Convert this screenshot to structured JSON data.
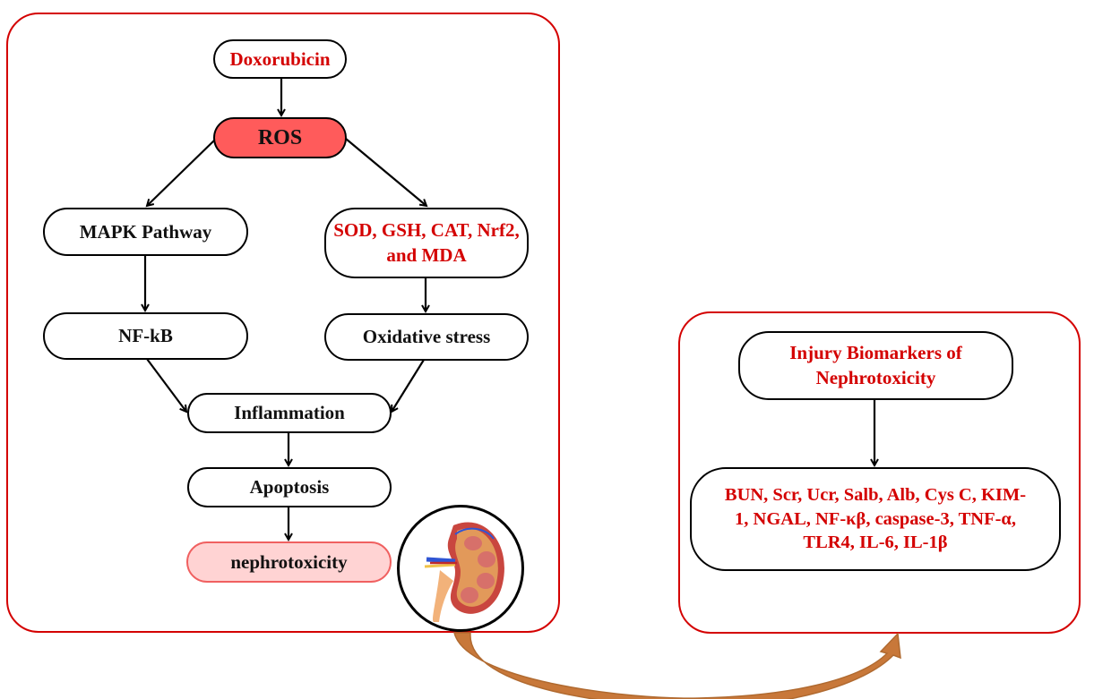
{
  "left_panel": {
    "nodes": {
      "doxorubicin": "Doxorubicin",
      "ros": "ROS",
      "mapk": "MAPK Pathway",
      "antioxidants": "SOD, GSH, CAT, Nrf2, and MDA",
      "nfkb": "NF-kB",
      "oxidative_stress": "Oxidative stress",
      "inflammation": "Inflammation",
      "apoptosis": "Apoptosis",
      "nephrotoxicity": "nephrotoxicity"
    },
    "image": "kidney-illustration"
  },
  "right_panel": {
    "nodes": {
      "title_line1": "Injury Biomarkers of",
      "title_line2": "Nephrotoxicity",
      "markers_line1": "BUN, Scr, Ucr, Salb, Alb, Cys C, KIM-",
      "markers_line2": "1, NGAL,  NF-κβ, caspase-3, TNF-α,",
      "markers_line3": "TLR4, IL-6, IL-1β"
    }
  },
  "colors": {
    "panel_border": "#d40000",
    "highlight_text": "#d40000",
    "ros_fill": "#ff5b5b",
    "nephrotoxicity_fill": "#ffd3d3",
    "curved_arrow": "#c8783a"
  }
}
